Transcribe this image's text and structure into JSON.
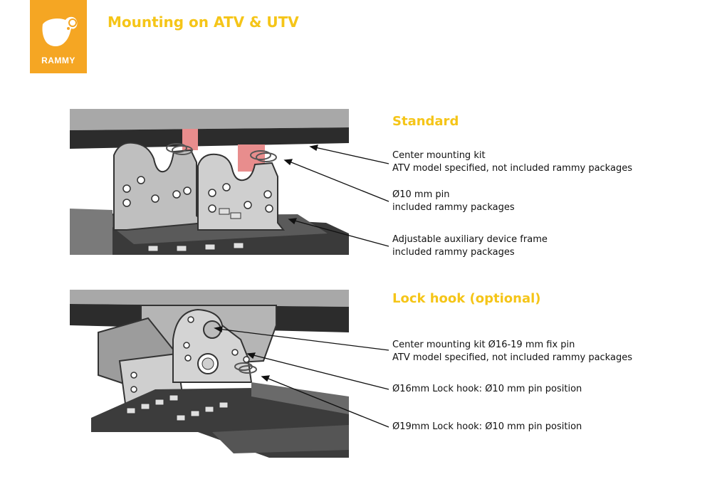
{
  "header": {
    "title": "Mounting on ATV & UTV",
    "logo_text": "RAMMY",
    "logo_icon": "ram-head-icon",
    "accent_color": "#f5a623",
    "title_color": "#f5c518"
  },
  "standard": {
    "heading": "Standard",
    "callouts": [
      {
        "line1": "Center mounting kit",
        "line2": "ATV model specified, not included rammy packages"
      },
      {
        "line1": "Ø10 mm pin",
        "line2": "included rammy packages"
      },
      {
        "line1": "Adjustable auxiliary device frame",
        "line2": "included rammy packages"
      }
    ]
  },
  "lock_hook": {
    "heading": "Lock hook (optional)",
    "callouts": [
      {
        "line1": "Center mounting kit Ø16-19 mm fix pin",
        "line2": "ATV model specified, not included rammy packages"
      },
      {
        "line1": "Ø16mm Lock hook: Ø10 mm pin position",
        "line2": ""
      },
      {
        "line1": "Ø19mm Lock hook: Ø10 mm pin position",
        "line2": ""
      }
    ]
  }
}
